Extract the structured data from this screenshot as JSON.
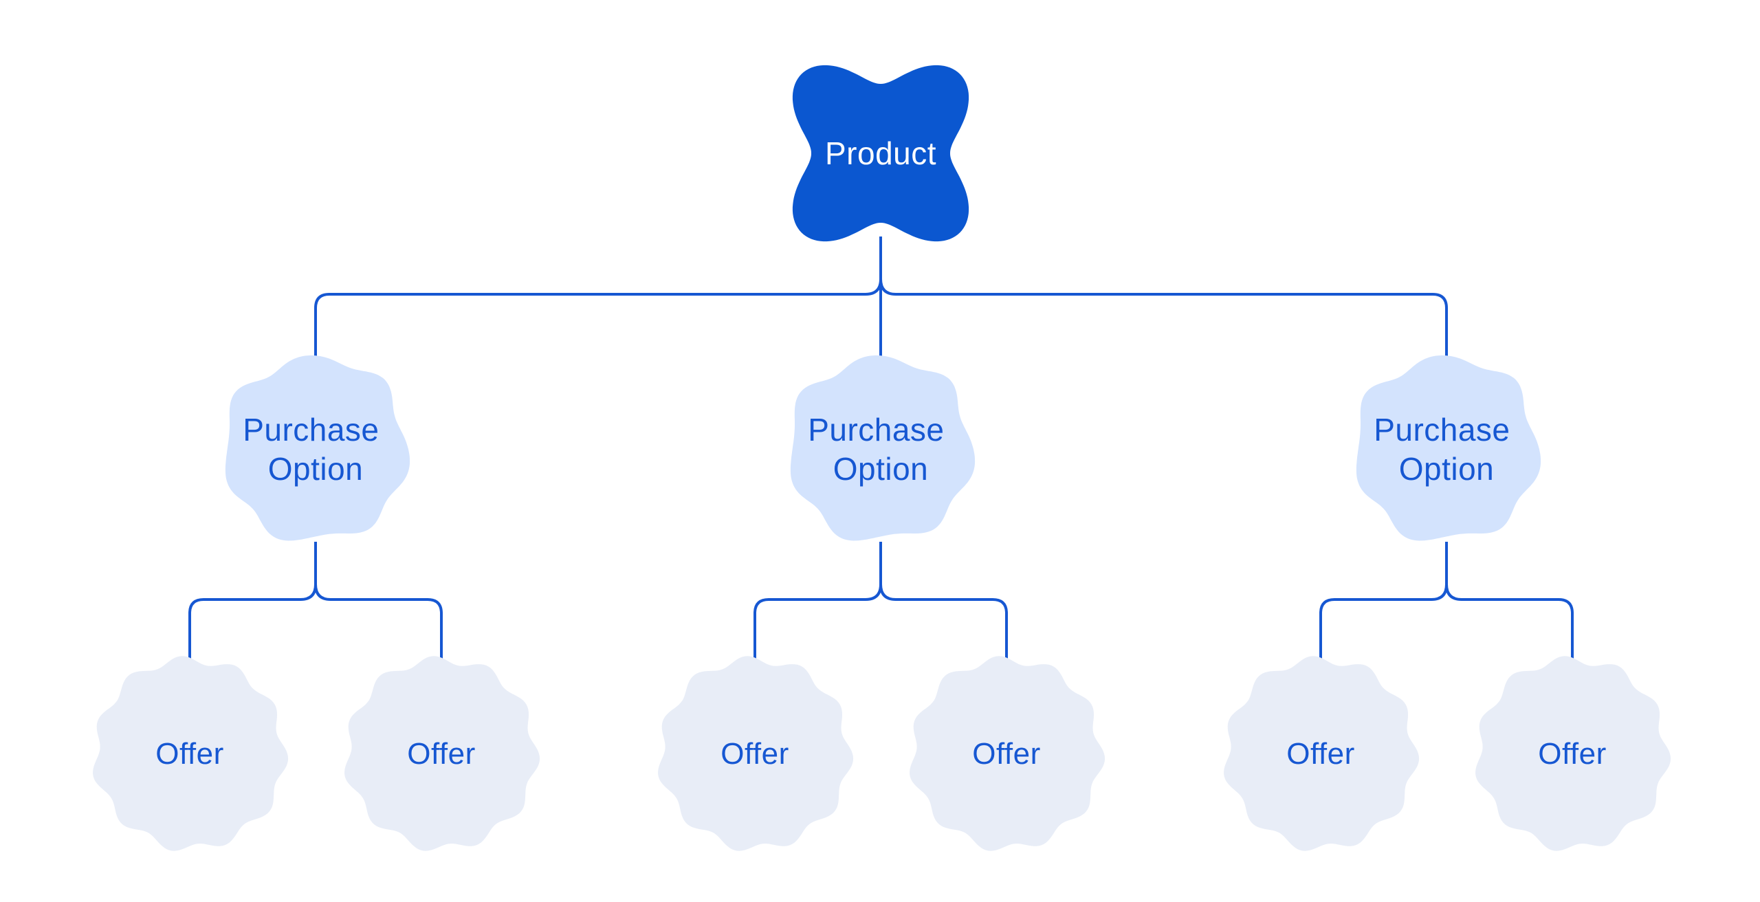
{
  "diagram": {
    "background": "#ffffff",
    "colors": {
      "product_fill": "#0b57d0",
      "product_text": "#ffffff",
      "purchase_fill": "#d3e3fd",
      "offer_fill": "#e8edf7",
      "label_text": "#1657d2",
      "connector": "#1657d2"
    },
    "nodes": {
      "product": {
        "label": "Product"
      },
      "purchase_options": [
        {
          "label_lines": [
            "Purchase",
            "Option"
          ]
        },
        {
          "label_lines": [
            "Purchase",
            "Option"
          ]
        },
        {
          "label_lines": [
            "Purchase",
            "Option"
          ]
        }
      ],
      "offers": [
        {
          "label": "Offer"
        },
        {
          "label": "Offer"
        },
        {
          "label": "Offer"
        },
        {
          "label": "Offer"
        },
        {
          "label": "Offer"
        },
        {
          "label": "Offer"
        }
      ]
    }
  }
}
